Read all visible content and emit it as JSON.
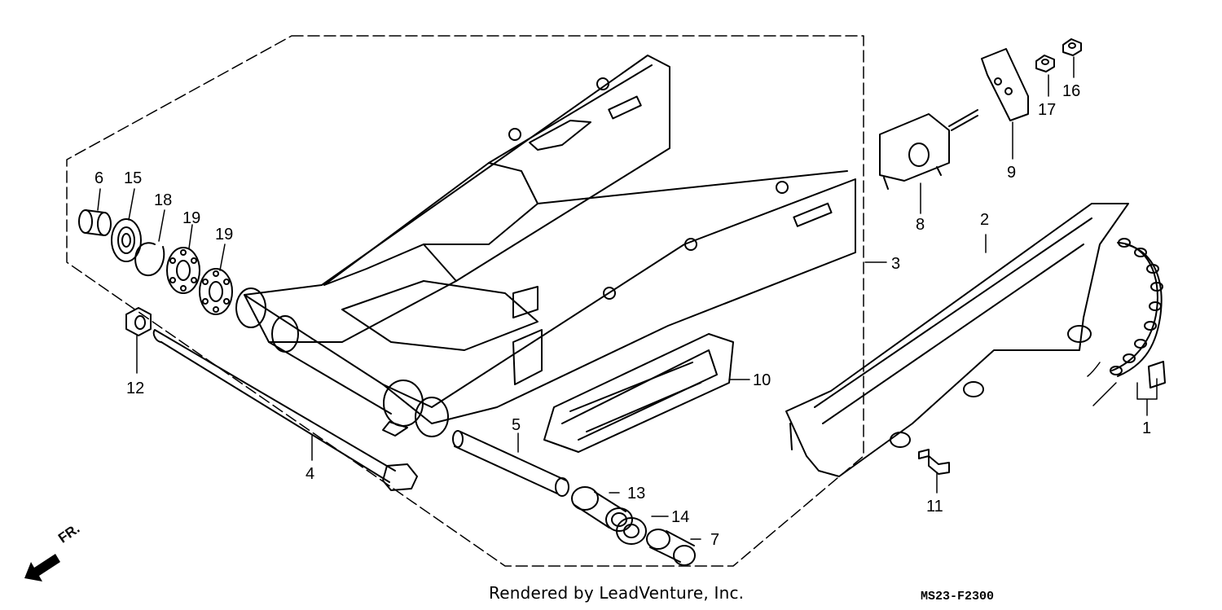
{
  "diagram": {
    "credit": "Rendered by LeadVenture, Inc.",
    "code": "MS23-F2300",
    "direction": "FR.",
    "callouts": [
      "1",
      "2",
      "3",
      "4",
      "5",
      "6",
      "7",
      "8",
      "9",
      "10",
      "11",
      "12",
      "13",
      "14",
      "15",
      "16",
      "17",
      "18",
      "19",
      "19"
    ]
  }
}
